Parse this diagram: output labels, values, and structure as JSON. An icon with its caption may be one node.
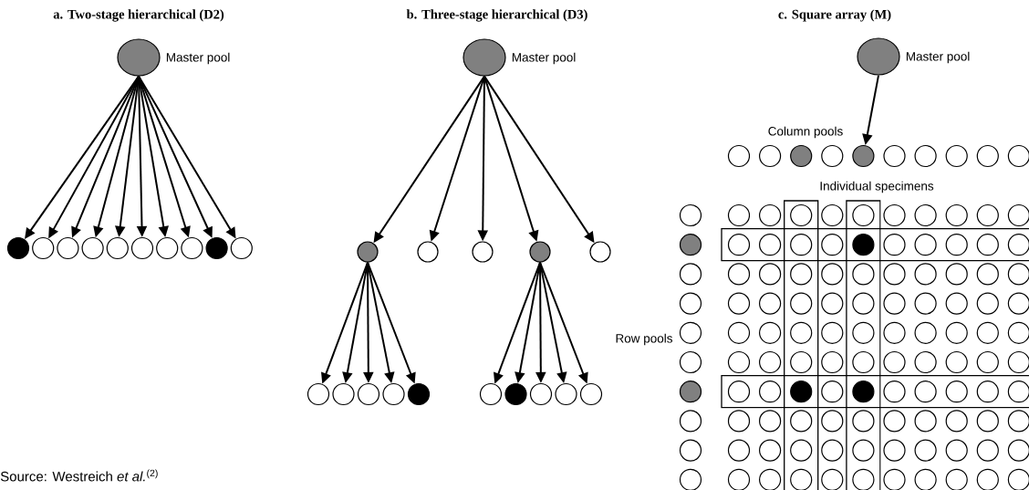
{
  "diagram": {
    "caption": "Source: Westreich *et al.*$^{(2)}$",
    "nodes": [
      {
        "text": [],
        "shape": "circle",
        "beside": [
          "Master pool"
        ]
      },
      {
        "text": [],
        "shape": "circle"
      },
      {
        "text": [],
        "shape": "circle"
      },
      {
        "text": [],
        "shape": "circle"
      },
      {
        "text": [],
        "shape": "circle"
      },
      {
        "text": [],
        "shape": "circle"
      },
      {
        "text": [],
        "shape": "circle"
      },
      {
        "text": [],
        "shape": "circle"
      },
      {
        "text": [],
        "shape": "circle"
      },
      {
        "text": [],
        "shape": "circle"
      },
      {
        "text": [],
        "shape": "circle"
      },
      {
        "text": [],
        "shape": "circle",
        "beside": [
          "Master pool"
        ]
      },
      {
        "text": [],
        "shape": "circle"
      },
      {
        "text": [],
        "shape": "circle"
      },
      {
        "text": [],
        "shape": "circle"
      },
      {
        "text": [],
        "shape": "circle"
      },
      {
        "text": [],
        "shape": "circle"
      },
      {
        "text": [],
        "shape": "circle"
      },
      {
        "text": [],
        "shape": "circle"
      },
      {
        "text": [],
        "shape": "circle"
      },
      {
        "text": [],
        "shape": "circle"
      },
      {
        "text": [],
        "shape": "circle"
      },
      {
        "text": [],
        "shape": "circle"
      },
      {
        "text": [],
        "shape": "circle"
      },
      {
        "text": [],
        "shape": "circle"
      },
      {
        "text": [],
        "shape": "circle"
      },
      {
        "text": [],
        "shape": "circle"
      },
      {
        "text": [],
        "shape": "circle",
        "beside": [
          "Master pool"
        ]
      },
      {
        "text": [],
        "shape": "circle"
      },
      {
        "text": [],
        "shape": "circle"
      },
      {
        "text": [],
        "shape": "circle"
      },
      {
        "text": [],
        "shape": "circle"
      },
      {
        "text": [],
        "shape": "circle"
      },
      {
        "text": [],
        "shape": "circle"
      },
      {
        "text": [],
        "shape": "circle"
      },
      {
        "text": [],
        "shape": "circle"
      },
      {
        "text": [],
        "shape": "circle"
      },
      {
        "text": [],
        "shape": "circle"
      },
      {
        "text": [],
        "shape": "circle"
      },
      {
        "text": [],
        "shape": "circle"
      },
      {
        "text": [],
        "shape": "circle"
      },
      {
        "text": [],
        "shape": "circle"
      },
      {
        "text": [],
        "shape": "circle"
      },
      {
        "text": [],
        "shape": "circle"
      },
      {
        "text": [],
        "shape": "circle"
      },
      {
        "text": [],
        "shape": "circle"
      },
      {
        "text": [],
        "shape": "circle"
      },
      {
        "text": [],
        "shape": "circle"
      },
      {
        "text": [],
        "shape": "circle"
      },
      {
        "text": [],
        "shape": "circle"
      },
      {
        "text": [],
        "shape": "circle"
      },
      {
        "text": [],
        "shape": "circle"
      },
      {
        "text": [],
        "shape": "circle"
      },
      {
        "text": [],
        "shape": "circle"
      },
      {
        "text": [],
        "shape": "circle"
      },
      {
        "text": [],
        "shape": "circle"
      },
      {
        "text": [],
        "shape": "circle"
      },
      {
        "text": [],
        "shape": "circle"
      },
      {
        "text": [],
        "shape": "circle"
      },
      {
        "text": [],
        "shape": "circle"
      },
      {
        "text": [],
        "shape": "circle"
      },
      {
        "text": [],
        "shape": "circle"
      },
      {
        "text": [],
        "shape": "circle"
      },
      {
        "text": [],
        "shape": "circle"
      },
      {
        "text": [],
        "shape": "circle"
      },
      {
        "text": [],
        "shape": "circle"
      },
      {
        "text": [],
        "shape": "circle"
      },
      {
        "text": [],
        "shape": "circle"
      },
      {
        "text": [],
        "shape": "circle"
      },
      {
        "text": [],
        "shape": "circle"
      },
      {
        "text": [],
        "shape": "circle"
      },
      {
        "text": [],
        "shape": "circle"
      },
      {
        "text": [],
        "shape": "circle"
      },
      {
        "text": [],
        "shape": "circle"
      },
      {
        "text": [],
        "shape": "circle"
      },
      {
        "text": [],
        "shape": "circle"
      },
      {
        "text": [],
        "shape": "circle"
      },
      {
        "text": [],
        "shape": "circle"
      },
      {
        "text": [],
        "shape": "circle"
      },
      {
        "text": [],
        "shape": "circle"
      },
      {
        "text": [],
        "shape": "circle"
      },
      {
        "text": [],
        "shape": "circle"
      },
      {
        "text": [],
        "shape": "circle"
      },
      {
        "text": [],
        "shape": "circle"
      },
      {
        "text": [],
        "shape": "circle"
      },
      {
        "text": [],
        "shape": "circle"
      },
      {
        "text": [],
        "shape": "circle"
      },
      {
        "text": [],
        "shape": "circle"
      },
      {
        "text": [],
        "shape": "circle"
      },
      {
        "text": [],
        "shape": "circle"
      },
      {
        "text": [],
        "shape": "circle"
      },
      {
        "text": [],
        "shape": "circle"
      },
      {
        "text": [],
        "shape": "circle"
      },
      {
        "text": [],
        "shape": "circle"
      },
      {
        "text": [],
        "shape": "circle"
      },
      {
        "text": [],
        "shape": "circle"
      },
      {
        "text": [],
        "shape": "circle"
      },
      {
        "text": [],
        "shape": "circle"
      },
      {
        "text": [],
        "shape": "circle"
      },
      {
        "text": [],
        "shape": "circle"
      },
      {
        "text": [],
        "shape": "circle"
      },
      {
        "text": [],
        "shape": "circle"
      },
      {
        "text": [],
        "shape": "circle"
      },
      {
        "text": [],
        "shape": "circle"
      },
      {
        "text": [],
        "shape": "circle"
      },
      {
        "text": [],
        "shape": "circle"
      },
      {
        "text": [],
        "shape": "circle"
      },
      {
        "text": [],
        "shape": "circle"
      },
      {
        "text": [],
        "shape": "circle"
      },
      {
        "text": [],
        "shape": "circle"
      },
      {
        "text": [],
        "shape": "circle"
      },
      {
        "text": [],
        "shape": "circle"
      },
      {
        "text": [],
        "shape": "circle"
      },
      {
        "text": [],
        "shape": "circle"
      },
      {
        "text": [],
        "shape": "circle"
      },
      {
        "text": [],
        "shape": "circle"
      },
      {
        "text": [],
        "shape": "circle"
      },
      {
        "text": [],
        "shape": "circle"
      },
      {
        "text": [],
        "shape": "circle"
      },
      {
        "text": [],
        "shape": "circle"
      },
      {
        "text": [],
        "shape": "circle"
      },
      {
        "text": [],
        "shape": "circle"
      },
      {
        "text": [],
        "shape": "circle"
      },
      {
        "text": [],
        "shape": "circle"
      },
      {
        "text": [],
        "shape": "circle"
      },
      {
        "text": [],
        "shape": "circle"
      },
      {
        "text": [],
        "shape": "circle"
      },
      {
        "text": [],
        "shape": "circle"
      },
      {
        "text": [],
        "shape": "circle"
      },
      {
        "text": [],
        "shape": "circle"
      },
      {
        "text": [],
        "shape": "circle"
      },
      {
        "text": [],
        "shape": "circle"
      },
      {
        "text": [],
        "shape": "circle"
      },
      {
        "text": [],
        "shape": "circle"
      },
      {
        "text": [],
        "shape": "circle"
      },
      {
        "text": [],
        "shape": "circle"
      },
      {
        "text": [],
        "shape": "circle"
      },
      {
        "text": [],
        "shape": "circle"
      },
      {
        "text": [],
        "shape": "circle"
      },
      {
        "text": [],
        "shape": "circle"
      },
      {
        "text": [],
        "shape": "circle"
      },
      {
        "text": [],
        "shape": "circle"
      },
      {
        "text": [],
        "shape": "circle"
      },
      {
        "text": [],
        "shape": "circle"
      },
      {
        "text": [],
        "shape": "circle"
      },
      {
        "text": [],
        "shape": "circle"
      },
      {
        "text": [],
        "shape": "circle"
      },
      {
        "text": [],
        "shape": "circle"
      }
    ],
    "edges": [
      {
        "from": 0,
        "to": 1,
        "arrow": "to"
      },
      {
        "from": 0,
        "to": 2,
        "arrow": "to"
      },
      {
        "from": 0,
        "to": 3,
        "arrow": "to"
      },
      {
        "from": 0,
        "to": 4,
        "arrow": "to"
      },
      {
        "from": 0,
        "to": 5,
        "arrow": "to"
      },
      {
        "from": 0,
        "to": 6,
        "arrow": "to"
      },
      {
        "from": 0,
        "to": 7,
        "arrow": "to"
      },
      {
        "from": 0,
        "to": 8,
        "arrow": "to"
      },
      {
        "from": 0,
        "to": 9,
        "arrow": "to"
      },
      {
        "from": 0,
        "to": 10,
        "arrow": "to"
      },
      {
        "from": 11,
        "to": 12,
        "arrow": "to"
      },
      {
        "from": 11,
        "to": 13,
        "arrow": "to"
      },
      {
        "from": 11,
        "to": 14,
        "arrow": "to"
      },
      {
        "from": 11,
        "to": 15,
        "arrow": "to"
      },
      {
        "from": 11,
        "to": 16,
        "arrow": "to"
      },
      {
        "from": 12,
        "to": 17,
        "arrow": "to"
      },
      {
        "from": 12,
        "to": 18,
        "arrow": "to"
      },
      {
        "from": 12,
        "to": 19,
        "arrow": "to"
      },
      {
        "from": 12,
        "to": 20,
        "arrow": "to"
      },
      {
        "from": 12,
        "to": 21,
        "arrow": "to"
      },
      {
        "from": 15,
        "to": 22,
        "arrow": "to"
      },
      {
        "from": 15,
        "to": 23,
        "arrow": "to"
      },
      {
        "from": 15,
        "to": 24,
        "arrow": "to"
      },
      {
        "from": 15,
        "to": 25,
        "arrow": "to"
      },
      {
        "from": 15,
        "to": 26,
        "arrow": "to"
      },
      {
        "from": 27,
        "to": 32,
        "arrow": "to"
      }
    ],
    "labels": [
      "a. Two-stage hierarchical (D2)",
      "b. Three-stage hierarchical (D3)",
      "c. Square array (M)",
      "Column pools",
      "Individual specimens",
      "Row pools"
    ]
  }
}
